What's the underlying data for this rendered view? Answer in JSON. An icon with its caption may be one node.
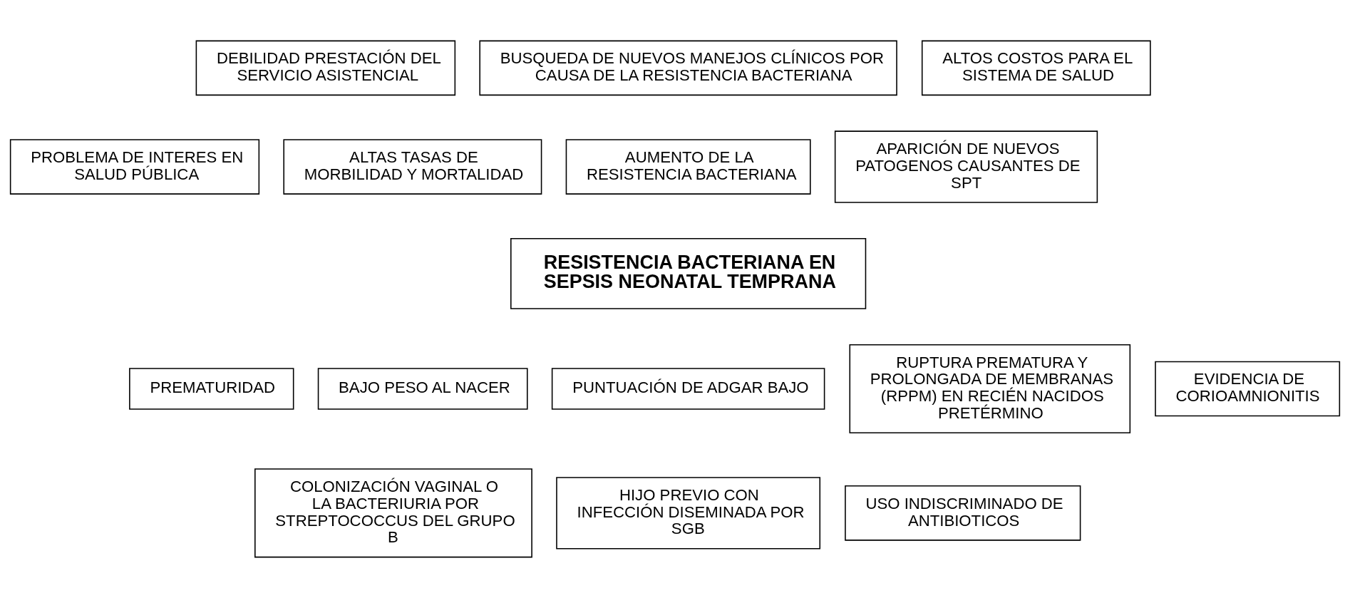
{
  "diagram": {
    "nodes": [
      {
        "text": [
          "DEBILIDAD PRESTACIÓN DEL SERVICIO ASISTENCIAL"
        ]
      },
      {
        "text": [
          "BUSQUEDA DE NUEVOS MANEJOS CLÍNICOS POR CAUSA DE LA RESISTENCIA BACTERIANA"
        ]
      },
      {
        "text": [
          "ALTOS COSTOS PARA EL SISTEMA DE SALUD"
        ]
      },
      {
        "text": [
          "PROBLEMA DE INTERES EN SALUD PÚBLICA"
        ]
      },
      {
        "text": [
          "ALTAS TASAS DE MORBILIDAD Y MORTALIDAD"
        ]
      },
      {
        "text": [
          "AUMENTO DE LA RESISTENCIA BACTERIANA"
        ]
      },
      {
        "text": [
          "APARICIÓN DE NUEVOS PATOGENOS CAUSANTES DE SPT"
        ]
      },
      {
        "text": [
          "RESISTENCIA BACTERIANA EN SEPSIS NEONATAL TEMPRANA"
        ]
      },
      {
        "text": [
          "PREMATURIDAD"
        ]
      },
      {
        "text": [
          "BAJO PESO AL NACER"
        ]
      },
      {
        "text": [
          "PUNTUACIÓN DE ADGAR BAJO"
        ]
      },
      {
        "text": [
          "RUPTURA PREMATURA Y PROLONGADA DE MEMBRANAS (RPPM) EN RECIÉN NACIDOS PRETÉRMINO"
        ]
      },
      {
        "text": [
          "EVIDENCIA DE CORIOAMNIONITIS"
        ]
      },
      {
        "text": [
          "COLONIZACIÓN VAGINAL O LA BACTERIURIA POR STREPTOCOCCUS DEL GRUPO B"
        ]
      },
      {
        "text": [
          "HIJO PREVIO CON INFECCIÓN DISEMINADA POR SGB"
        ]
      },
      {
        "text": [
          "USO INDISCRIMINADO DE ANTIBIOTICOS"
        ]
      }
    ],
    "edges": []
  }
}
